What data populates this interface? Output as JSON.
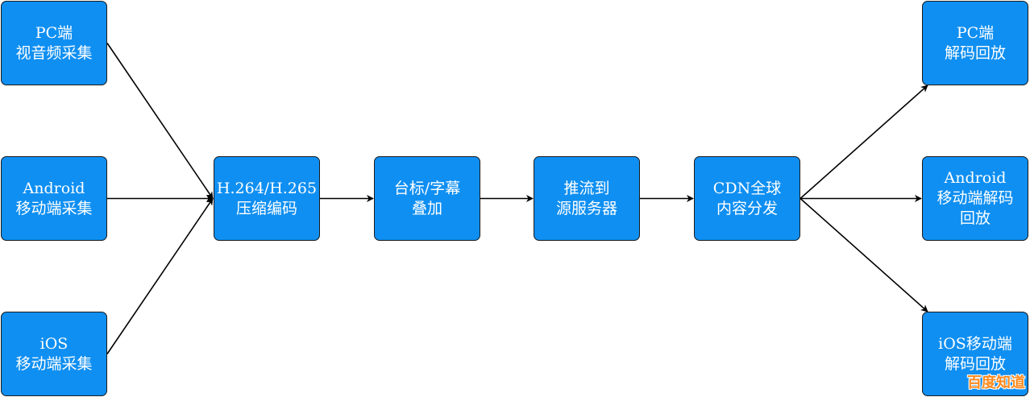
{
  "colors": {
    "node_fill": "#0f8ff2",
    "node_border": "#1a1a1a",
    "arrow": "#000000",
    "watermark": "#ff8a1f"
  },
  "nodes": [
    {
      "id": "pc-capture",
      "lines": [
        "PC端",
        "视音频采集"
      ]
    },
    {
      "id": "android-capture",
      "lines": [
        "Android",
        "移动端采集"
      ]
    },
    {
      "id": "ios-capture",
      "lines": [
        "iOS",
        "移动端采集"
      ]
    },
    {
      "id": "encode",
      "lines": [
        "H.264/H.265",
        "压缩编码"
      ]
    },
    {
      "id": "overlay",
      "lines": [
        "台标/字幕",
        "叠加"
      ]
    },
    {
      "id": "push",
      "lines": [
        "推流到",
        "源服务器"
      ]
    },
    {
      "id": "cdn",
      "lines": [
        "CDN全球",
        "内容分发"
      ]
    },
    {
      "id": "pc-decode",
      "lines": [
        "PC端",
        "解码回放"
      ]
    },
    {
      "id": "android-decode",
      "lines": [
        "Android",
        "移动端解码",
        "回放"
      ]
    },
    {
      "id": "ios-decode",
      "lines": [
        "iOS移动端",
        "解码回放"
      ]
    }
  ],
  "edges": [
    {
      "from": "pc-capture",
      "to": "encode"
    },
    {
      "from": "android-capture",
      "to": "encode"
    },
    {
      "from": "ios-capture",
      "to": "encode"
    },
    {
      "from": "encode",
      "to": "overlay"
    },
    {
      "from": "overlay",
      "to": "push"
    },
    {
      "from": "push",
      "to": "cdn"
    },
    {
      "from": "cdn",
      "to": "pc-decode"
    },
    {
      "from": "cdn",
      "to": "android-decode"
    },
    {
      "from": "cdn",
      "to": "ios-decode"
    }
  ],
  "watermark": {
    "text": "百度知道"
  }
}
